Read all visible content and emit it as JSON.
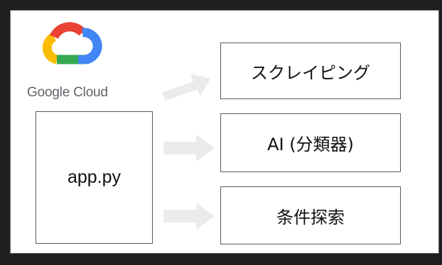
{
  "logo": {
    "text": "Google Cloud",
    "colors": {
      "red": "#EA4335",
      "blue": "#4285F4",
      "yellow": "#FBBC04",
      "green": "#34A853"
    }
  },
  "source": {
    "label": "app.py"
  },
  "targets": [
    {
      "label": "スクレイピング"
    },
    {
      "label": "AI (分類器)"
    },
    {
      "label": "条件探索"
    }
  ],
  "arrow_color": "#ebebeb"
}
